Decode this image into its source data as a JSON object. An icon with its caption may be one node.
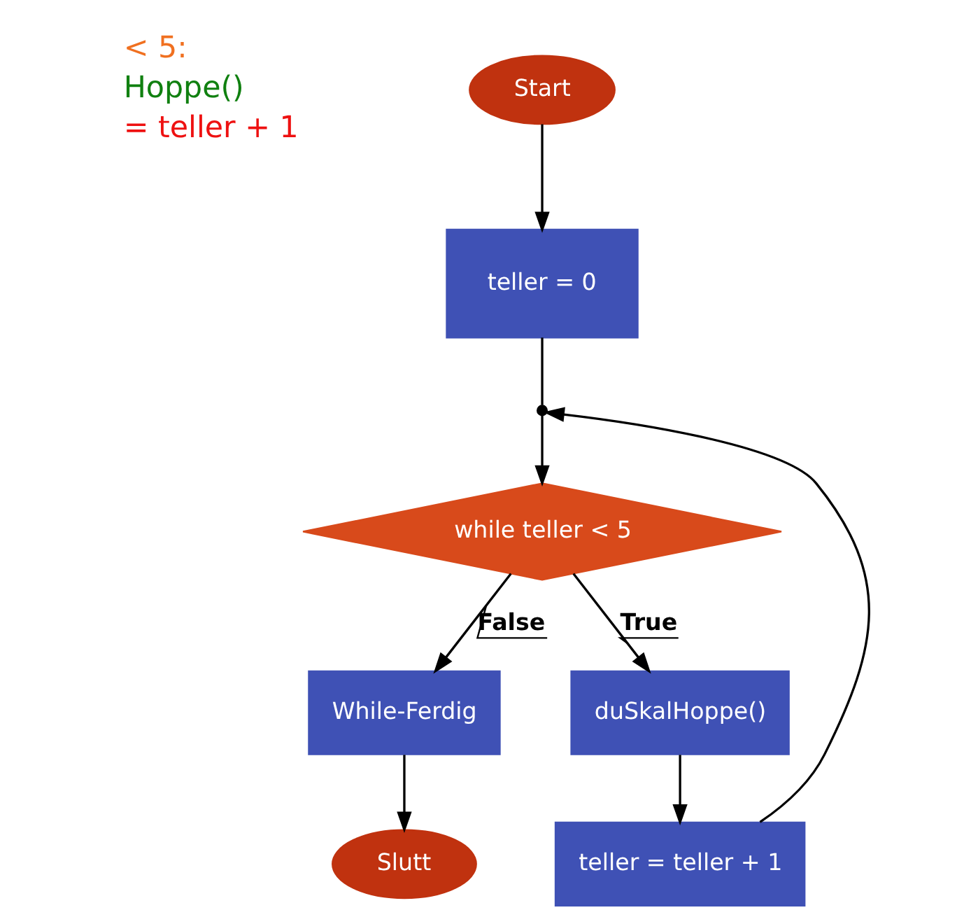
{
  "diagram": {
    "nodes": [
      {
        "text": [
          "Start"
        ]
      },
      {
        "text": [
          "teller = 0"
        ]
      },
      {
        "text": [],
        "shape": "circle"
      },
      {
        "text": [
          "while teller < 5"
        ]
      },
      {
        "text": [
          "While-Ferdig"
        ]
      },
      {
        "text": [
          "duSkalHoppe()"
        ]
      },
      {
        "text": [
          "Slutt"
        ]
      },
      {
        "text": [
          "teller = teller + 1"
        ]
      }
    ],
    "edges": [
      {
        "from": 0,
        "to": 1,
        "arrow": "to"
      },
      {
        "from": 1,
        "to": 2,
        "arrow": "none"
      },
      {
        "from": 2,
        "to": 3,
        "arrow": "to"
      },
      {
        "from": 3,
        "to": 4,
        "arrow": "to",
        "label": "False"
      },
      {
        "from": 3,
        "to": 5,
        "arrow": "to",
        "label": "True"
      },
      {
        "from": 4,
        "to": 6,
        "arrow": "to"
      },
      {
        "from": 5,
        "to": 7,
        "arrow": "to"
      },
      {
        "from": 7,
        "to": 2,
        "arrow": "to"
      }
    ],
    "labels": [
      "< 5:",
      "Hoppe()",
      "= teller + 1"
    ]
  }
}
